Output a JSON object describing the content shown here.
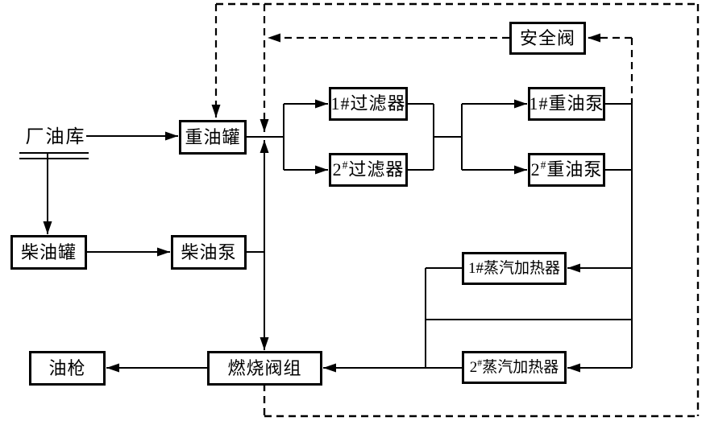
{
  "diagram": {
    "description_type": "fuel-oil-supply-system-flow-diagram",
    "colors": {
      "line": "#000000",
      "background": "#ffffff"
    },
    "nodes": {
      "factory_depot": {
        "label": "厂油库"
      },
      "heavy_oil_tank": {
        "label": "重油罐"
      },
      "safety_valve": {
        "label": "安全阀"
      },
      "filter_1": {
        "label": "1#过滤器"
      },
      "filter_2": {
        "num": "2",
        "sup": "#",
        "name": "过滤器"
      },
      "heavy_oil_pump_1": {
        "label": "1#重油泵"
      },
      "heavy_oil_pump_2": {
        "num": "2",
        "sup": "#",
        "name": "重油泵"
      },
      "diesel_tank": {
        "label": "柴油罐"
      },
      "diesel_pump": {
        "label": "柴油泵"
      },
      "steam_heater_1": {
        "label": "1#蒸汽加热器"
      },
      "steam_heater_2": {
        "num": "2",
        "sup": "#",
        "name": "蒸汽加热器"
      },
      "burner_valve_group": {
        "label": "燃烧阀组"
      },
      "oil_gun": {
        "label": "油枪"
      }
    },
    "edges": [
      {
        "from": "factory_depot",
        "to": "heavy_oil_tank",
        "style": "solid-arrow"
      },
      {
        "from": "factory_depot",
        "to": "diesel_tank",
        "style": "solid-arrow"
      },
      {
        "from": "heavy_oil_tank",
        "to": "filter_1",
        "style": "solid-arrow"
      },
      {
        "from": "heavy_oil_tank",
        "to": "filter_2",
        "style": "solid-arrow"
      },
      {
        "from": "filter_1",
        "to": "heavy_oil_pump_1",
        "style": "solid-arrow"
      },
      {
        "from": "filter_2",
        "to": "heavy_oil_pump_2",
        "style": "solid-arrow"
      },
      {
        "from": "heavy_oil_pump_1",
        "to": "steam_heater_1",
        "style": "solid-arrow"
      },
      {
        "from": "heavy_oil_pump_2",
        "to": "steam_heater_2",
        "style": "solid-arrow"
      },
      {
        "from": "steam_heater_1",
        "to": "burner_valve_group",
        "style": "solid-arrow"
      },
      {
        "from": "steam_heater_2",
        "to": "burner_valve_group",
        "style": "solid-arrow"
      },
      {
        "from": "diesel_tank",
        "to": "diesel_pump",
        "style": "solid-arrow"
      },
      {
        "from": "diesel_pump",
        "to": "burner_valve_group",
        "style": "solid-arrow"
      },
      {
        "from": "diesel_pump",
        "to": "heavy_oil_suction_line",
        "style": "solid-arrow"
      },
      {
        "from": "burner_valve_group",
        "to": "oil_gun",
        "style": "solid-arrow"
      },
      {
        "from": "pump_discharge_header",
        "to": "safety_valve",
        "style": "dashed-arrow"
      },
      {
        "from": "safety_valve",
        "to": "heavy_oil_suction_line",
        "style": "dashed-arrow"
      },
      {
        "from": "safety_valve",
        "to": "heavy_oil_tank",
        "style": "dashed-arrow"
      }
    ]
  }
}
